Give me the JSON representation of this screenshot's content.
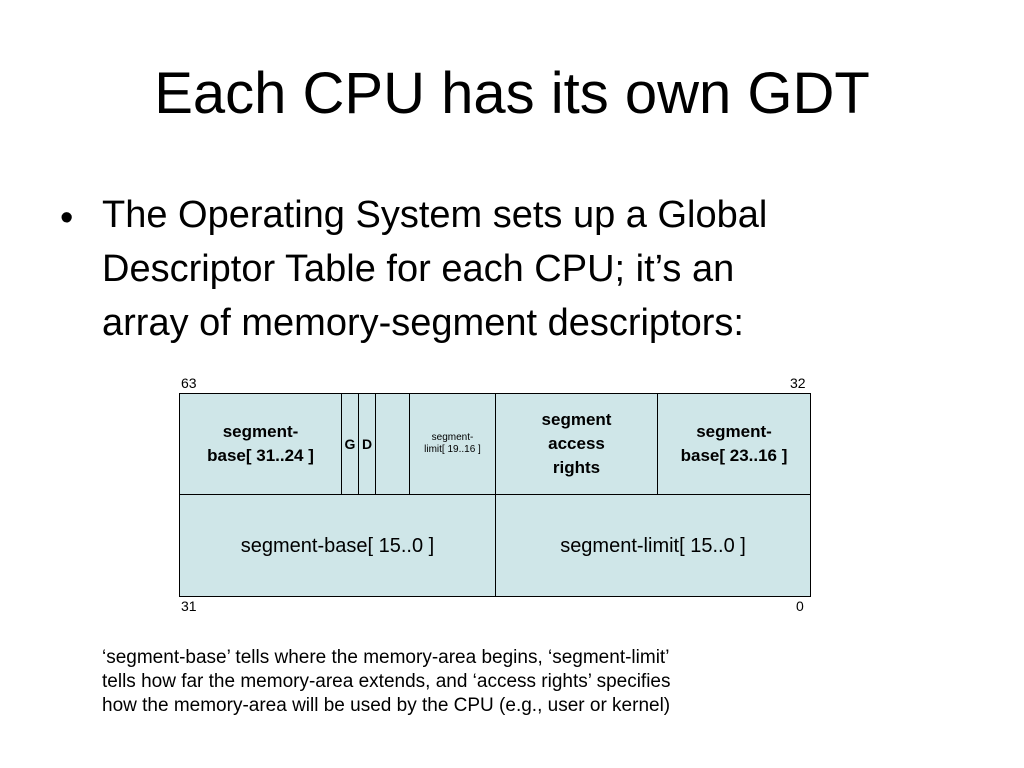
{
  "slide": {
    "title": "Each CPU has its own GDT",
    "bullet_marker": "•",
    "bullet_text": "The Operating System sets up a Global\nDescriptor Table for each CPU; it’s an\narray of memory-segment descriptors:",
    "note": "‘segment-base’ tells where the memory-area begins, ‘segment-limit’\ntells how far the memory-area extends, and ‘access rights’ specifies\nhow the memory-area will be used by the CPU (e.g., user or kernel)"
  },
  "diagram": {
    "bit_labels": {
      "top_left": "63",
      "top_right": "32",
      "bottom_left": "31",
      "bottom_right": "0"
    },
    "upper_fields": {
      "base_high": "segment-\nbase[ 31..24 ]",
      "g": "G",
      "d": "D",
      "reserved": "",
      "limit_high": "segment-\nlimit[ 19..16 ]",
      "access": "segment\naccess\nrights",
      "base_mid": "segment-\nbase[ 23..16 ]"
    },
    "lower_fields": {
      "base_low": "segment-base[ 15..0 ]",
      "limit_low": "segment-limit[ 15..0 ]"
    },
    "fill_color": "#cfe6e8"
  }
}
